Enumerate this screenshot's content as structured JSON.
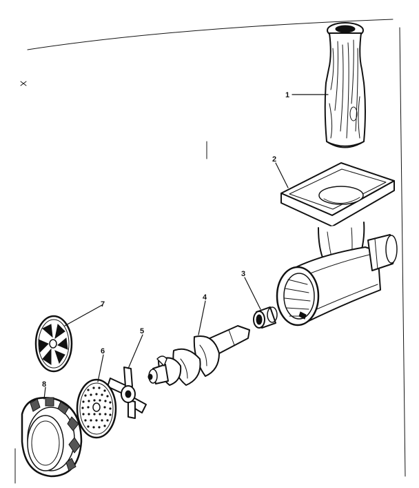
{
  "parts": [
    {
      "id": "part-1",
      "label": "1"
    },
    {
      "id": "part-2",
      "label": "2"
    },
    {
      "id": "part-3",
      "label": "3"
    },
    {
      "id": "part-4",
      "label": "4"
    },
    {
      "id": "part-5",
      "label": "5"
    },
    {
      "id": "part-6",
      "label": "6"
    },
    {
      "id": "part-7",
      "label": "7"
    },
    {
      "id": "part-8",
      "label": "8"
    }
  ],
  "colors": {
    "ink": "#111111",
    "paper": "#ffffff"
  }
}
